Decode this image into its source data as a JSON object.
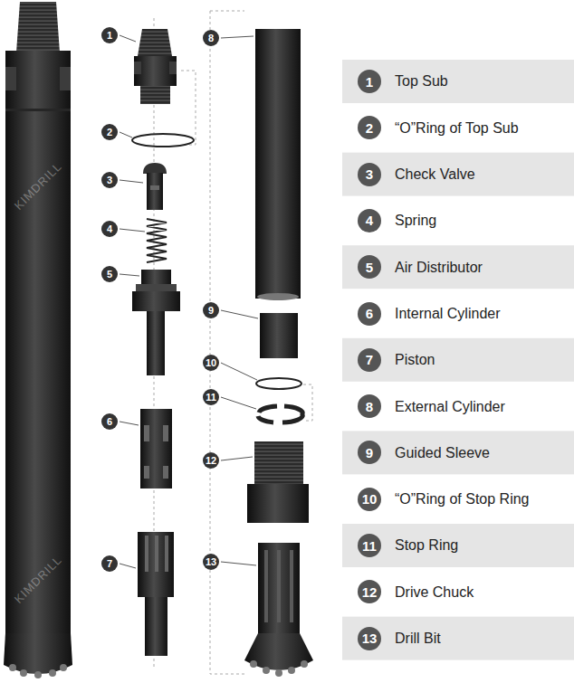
{
  "diagram": {
    "labels": [
      "1",
      "2",
      "3",
      "4",
      "5",
      "6",
      "7",
      "8",
      "9",
      "10",
      "11",
      "12",
      "13",
      "1",
      "Top Sub",
      "2",
      "“O”Ring of Top Sub",
      "3",
      "Check Valve",
      "4",
      "Spring",
      "5",
      "Air Distributor",
      "6",
      "Internal Cylinder",
      "7",
      "Piston",
      "8",
      "External Cylinder",
      "9",
      "Guided Sleeve",
      "10",
      "“O”Ring of Stop Ring",
      "11",
      "Stop Ring",
      "12",
      "Drive Chuck",
      "13",
      "Drill Bit",
      "KIMDRILL",
      "KIMDRILL"
    ]
  }
}
